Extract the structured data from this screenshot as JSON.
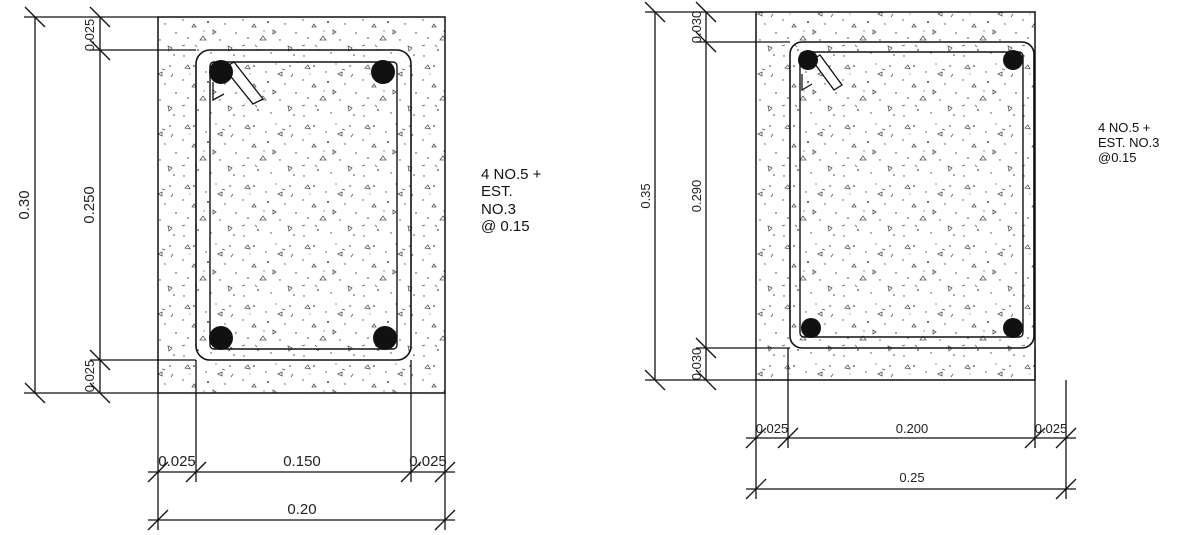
{
  "colors": {
    "line": "#111111",
    "rebar": "#111111",
    "aggregate": "#444444",
    "background": "#ffffff"
  },
  "sections": [
    {
      "id": "beam-20x30",
      "heights": {
        "total": "0.30",
        "cover_top": "0.025",
        "core": "0.250",
        "cover_bottom": "0.025"
      },
      "widths": {
        "total": "0.20",
        "cover_left": "0.025",
        "core": "0.150",
        "cover_right": "0.025"
      },
      "reinforcement": [
        "4 NO.5 +",
        "EST.",
        "NO.3",
        "@ 0.15"
      ]
    },
    {
      "id": "beam-25x35",
      "heights": {
        "total": "0.35",
        "cover_top": "0.030",
        "core": "0.290",
        "cover_bottom": "0.030"
      },
      "widths": {
        "total": "0.25",
        "cover_left": "0.025",
        "core": "0.200",
        "cover_right": "0.025"
      },
      "reinforcement": [
        "4 NO.5 +",
        "EST. NO.3",
        "@0.15"
      ]
    }
  ]
}
